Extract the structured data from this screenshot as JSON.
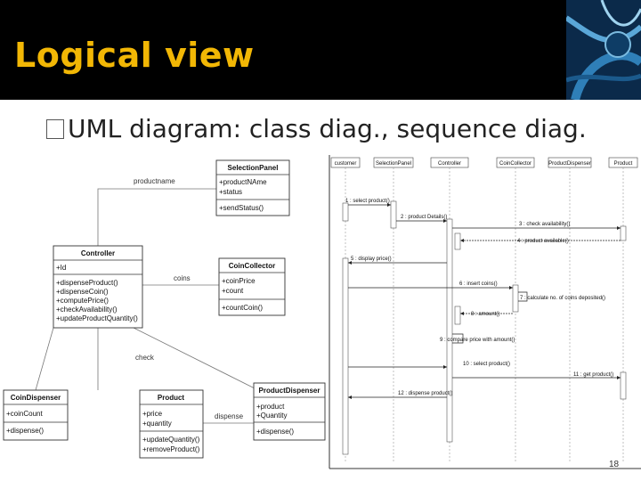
{
  "slide": {
    "title": "Logical view",
    "bullet": "UML diagram: class diag., sequence diag.",
    "page_number": "18"
  },
  "class_diagram": {
    "selection_panel": {
      "name": "SelectionPanel",
      "attributes": [
        "+productNAme",
        "+status"
      ],
      "operations": [
        "+sendStatus()"
      ]
    },
    "controller": {
      "name": "Controller",
      "attributes": [
        "+Id"
      ],
      "operations": [
        "+dispenseProduct()",
        "+dispenseCoin()",
        "+computePrice()",
        "+checkAvailability()",
        "+updateProductQuantity()"
      ]
    },
    "coin_collector": {
      "name": "CoinCollector",
      "attributes": [
        "+coinPrice",
        "+count"
      ],
      "operations": [
        "+countCoin()"
      ]
    },
    "coin_dispenser": {
      "name": "CoinDispenser",
      "attributes": [
        "+coinCount"
      ],
      "operations": [
        "+dispense()"
      ]
    },
    "product": {
      "name": "Product",
      "attributes": [
        "+price",
        "+quantity"
      ],
      "operations": [
        "+updateQuantity()",
        "+removeProduct()"
      ]
    },
    "product_dispenser": {
      "name": "ProductDispenser",
      "attributes": [
        "+product",
        "+Quantity"
      ],
      "operations": [
        "+dispense()"
      ]
    },
    "associations": {
      "productname": "productname",
      "coins": "coins",
      "check": "check",
      "dispense": "dispense"
    }
  },
  "sequence_diagram": {
    "lifelines": [
      "customer",
      "SelectionPanel",
      "Controller",
      "CoinCollector",
      "ProductDispenser",
      "Product"
    ],
    "messages": [
      "1 : select product()",
      "2 : product Details()",
      "3 : check availability()",
      "4 : product available()",
      "5 : display price()",
      "6 : insert coins()",
      "7 : calculate no. of coins deposited()",
      "8 : amount()",
      "9 : compare price with amount()",
      "10 : select product()",
      "11 : get product()",
      "12 : dispense product()"
    ]
  }
}
